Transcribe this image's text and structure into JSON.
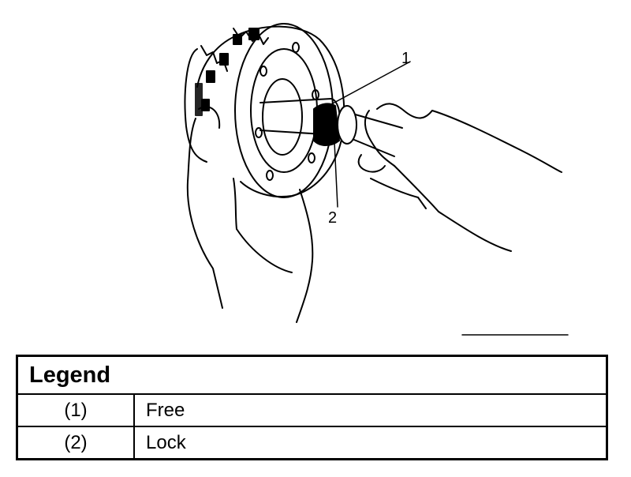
{
  "figure": {
    "callouts": [
      "1",
      "2"
    ]
  },
  "legend": {
    "title": "Legend",
    "rows": [
      {
        "num": "(1)",
        "desc": "Free"
      },
      {
        "num": "(2)",
        "desc": "Lock"
      }
    ]
  }
}
